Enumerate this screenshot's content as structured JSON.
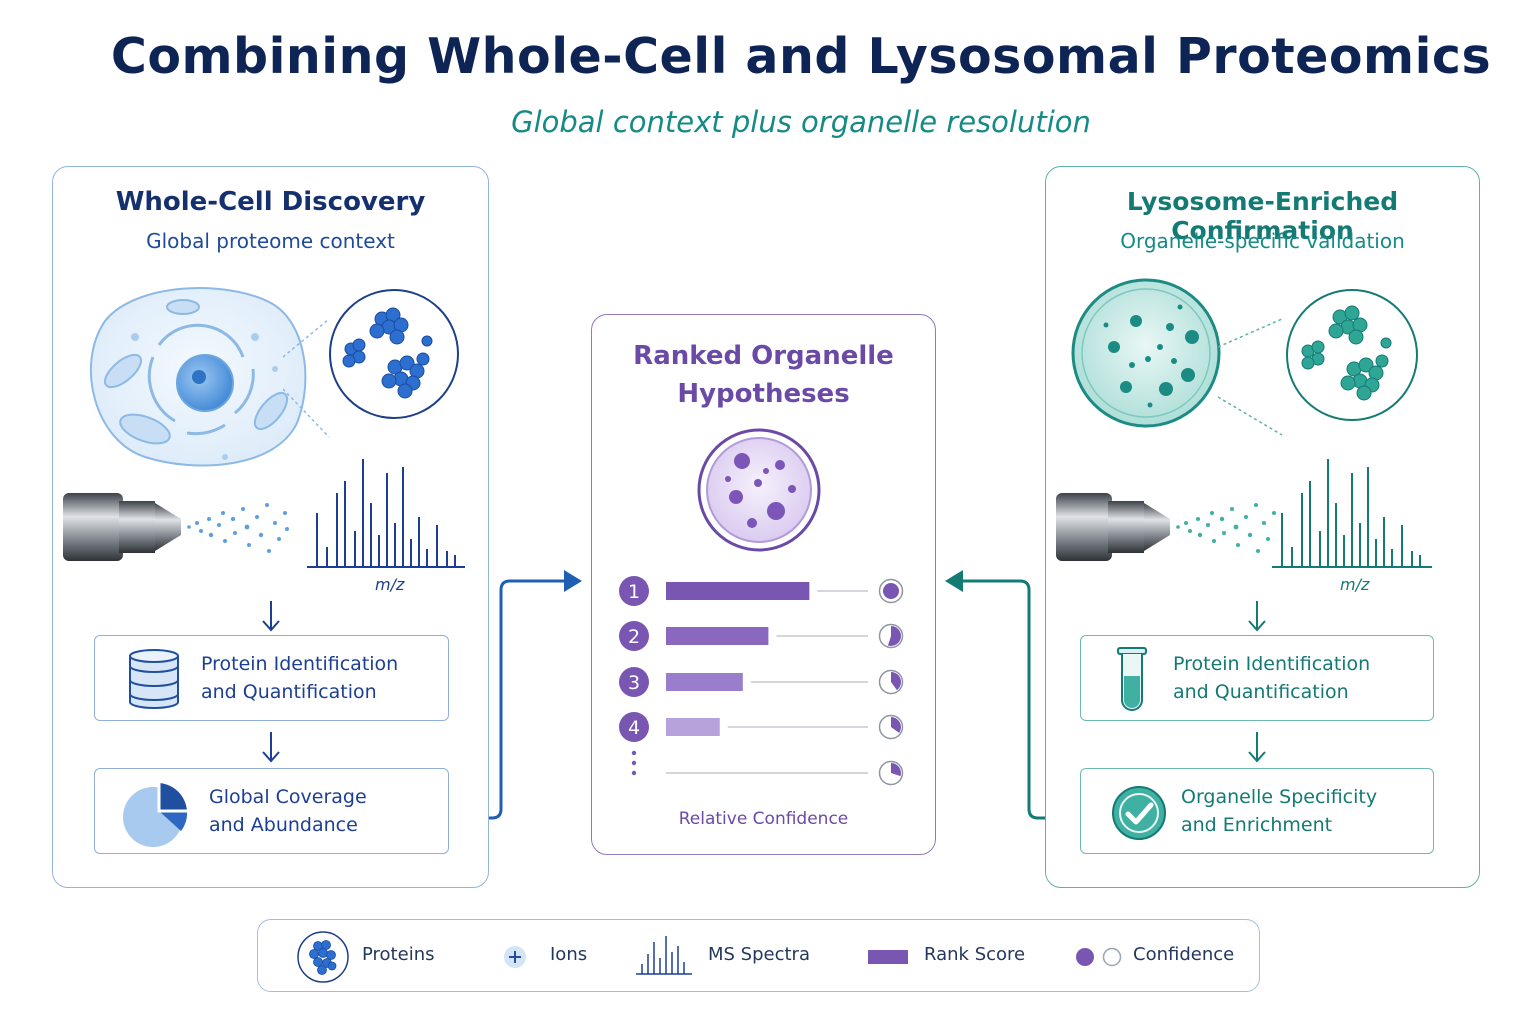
{
  "title": "Combining Whole-Cell and Lysosomal Proteomics",
  "subtitle": "Global context plus organelle resolution",
  "left_panel": {
    "title": "Whole-Cell Discovery",
    "subtitle": "Global proteome context",
    "axis_label": "m/z",
    "step1": "Protein Identification\nand Quantification",
    "step2": "Global Coverage\nand Abundance",
    "colors": {
      "accent": "#1c3f94",
      "light": "#6ea6de"
    }
  },
  "center_panel": {
    "title": "Ranked Organelle\nHypotheses",
    "ranks": [
      "1",
      "2",
      "3",
      "4"
    ],
    "rank_scores": [
      0.56,
      0.4,
      0.3,
      0.21
    ],
    "confidence_fill": [
      1.0,
      0.55,
      0.4,
      0.35,
      0.3
    ],
    "footer": "Relative Confidence",
    "colors": {
      "accent": "#7a56b3"
    }
  },
  "right_panel": {
    "title": "Lysosome-Enriched Confirmation",
    "subtitle": "Organelle-specific validation",
    "axis_label": "m/z",
    "step1": "Protein Identification\nand Quantification",
    "step2": "Organelle Specificity\nand Enrichment",
    "colors": {
      "accent": "#137a74",
      "light": "#4bb5ab"
    }
  },
  "legend": {
    "items": [
      {
        "label": "Proteins",
        "icon": "protein-cluster-icon"
      },
      {
        "label": "Ions",
        "icon": "ion-plus-icon"
      },
      {
        "label": "MS Spectra",
        "icon": "spectrum-icon"
      },
      {
        "label": "Rank Score",
        "icon": "rank-bar-icon"
      },
      {
        "label": "Confidence",
        "icon": "confidence-dots-icon"
      }
    ]
  }
}
